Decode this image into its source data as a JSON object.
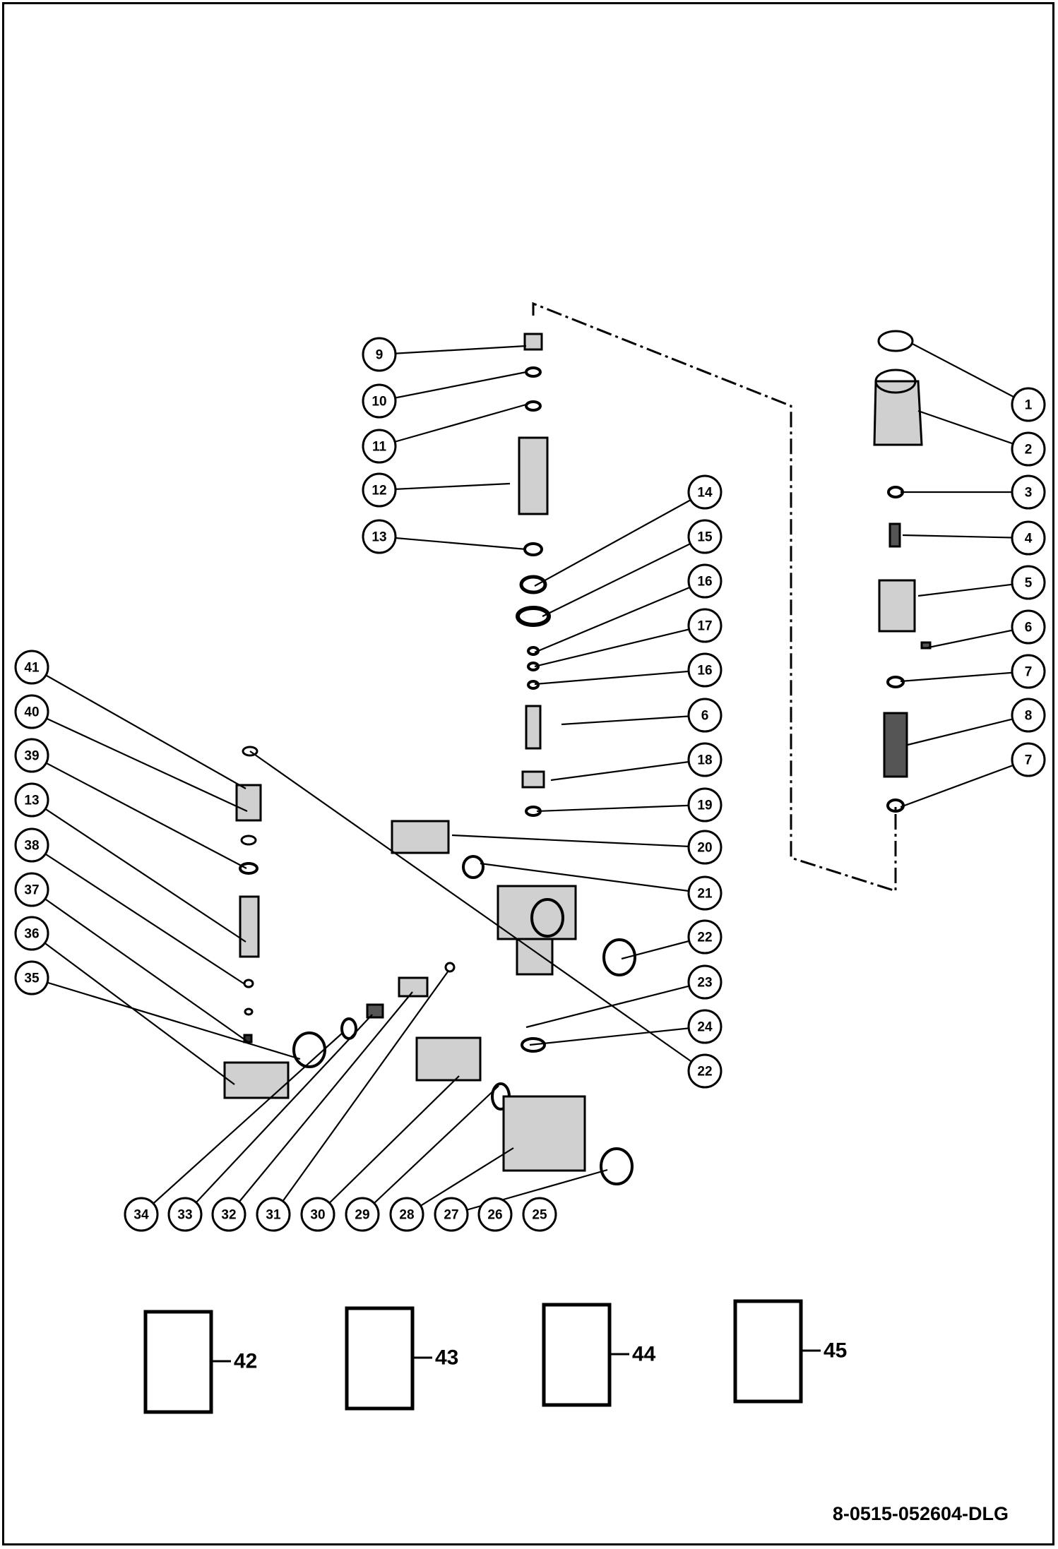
{
  "diagram": {
    "drawing_number": "8-0515-052604-DLG",
    "callouts": [
      "1",
      "2",
      "3",
      "4",
      "5",
      "6",
      "7",
      "8",
      "7",
      "9",
      "10",
      "11",
      "12",
      "13",
      "14",
      "15",
      "16",
      "17",
      "16",
      "6",
      "18",
      "19",
      "20",
      "21",
      "22",
      "23",
      "24",
      "22",
      "41",
      "40",
      "39",
      "13",
      "38",
      "37",
      "36",
      "35",
      "34",
      "33",
      "32",
      "31",
      "30",
      "29",
      "28",
      "27",
      "26",
      "25"
    ],
    "kits": [
      "42",
      "43",
      "44",
      "45"
    ],
    "colors": {
      "ink": "#000000",
      "paper": "#ffffff",
      "part_fill": "#d0d0d0"
    }
  }
}
